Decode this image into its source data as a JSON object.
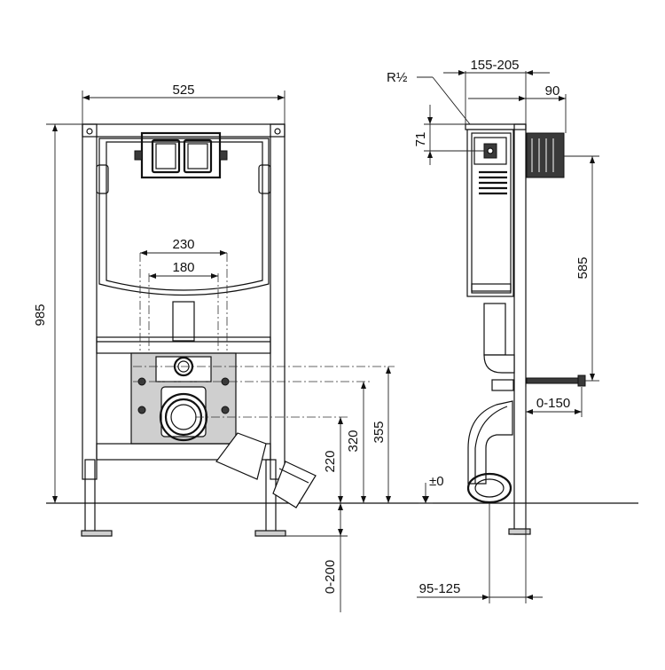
{
  "front_view": {
    "dim_width": "525",
    "dim_height": "985",
    "dim_spacing_outer": "230",
    "dim_spacing_inner": "180",
    "dim_height_220": "220",
    "dim_height_320": "320",
    "dim_height_355": "355",
    "dim_leg_adjust": "0-200"
  },
  "side_view": {
    "thread_label": "R½",
    "dim_depth_range": "155-205",
    "dim_depth_90": "90",
    "dim_inlet_71": "71",
    "dim_height_585": "585",
    "dim_bolt_projection": "0-150",
    "floor_level": "±0",
    "dim_foot_depth": "95-125"
  }
}
